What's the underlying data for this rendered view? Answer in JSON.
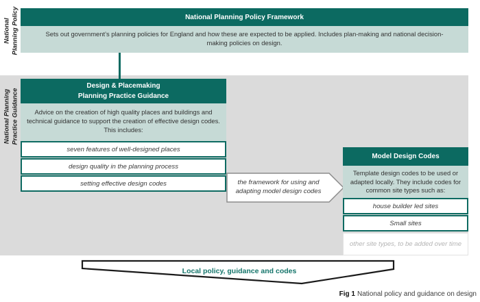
{
  "figure": {
    "top_section": {
      "side_label_line1": "National",
      "side_label_line2": "Planning Policy",
      "header": "National Planning Policy Framework",
      "body": "Sets out government’s planning policies for England and how these are expected to be applied. Includes plan-making and national decision-making policies on design."
    },
    "guidance_section": {
      "side_label_line1": "National Planning",
      "side_label_line2": "Practice Guidance",
      "design_box": {
        "header_line1": "Design & Placemaking",
        "header_line2": "Planning Practice Guidance",
        "body": "Advice on the creation of high quality places and buildings and technical guidance to support the creation of effective design codes. This includes:",
        "items": [
          "seven features of well-designed places",
          "design quality in the planning process",
          "setting effective design codes"
        ]
      },
      "connector_arrow_label": "the framework for using and adapting model design codes",
      "model_box": {
        "header": "Model Design Codes",
        "body": "Template design codes to be used or adapted locally. They include codes for common site types such as:",
        "items": [
          "house builder led sites",
          "Small sites"
        ],
        "future_item": "other site types, to be added over time"
      }
    },
    "bottom_banner": "Local policy, guidance and codes",
    "caption": {
      "label": "Fig 1",
      "text": "National policy and guidance on design"
    }
  },
  "colors": {
    "teal": "#0c6a61",
    "light_teal": "#c6dad6",
    "panel_gray": "#dbdbdb",
    "banner_text_teal": "#15756b"
  }
}
